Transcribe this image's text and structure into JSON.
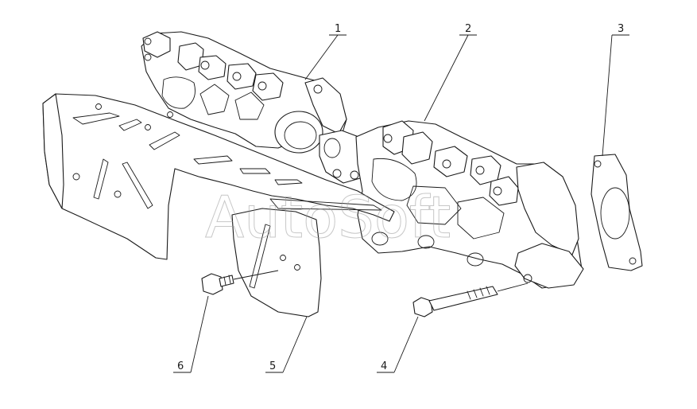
{
  "diagram": {
    "callouts": [
      {
        "id": "1",
        "label": "1"
      },
      {
        "id": "2",
        "label": "2"
      },
      {
        "id": "3",
        "label": "3"
      },
      {
        "id": "4",
        "label": "4"
      },
      {
        "id": "5",
        "label": "5"
      },
      {
        "id": "6",
        "label": "6"
      }
    ],
    "watermark": "AutoSoft",
    "line_color": "#1a1a1a",
    "background": "#ffffff"
  }
}
